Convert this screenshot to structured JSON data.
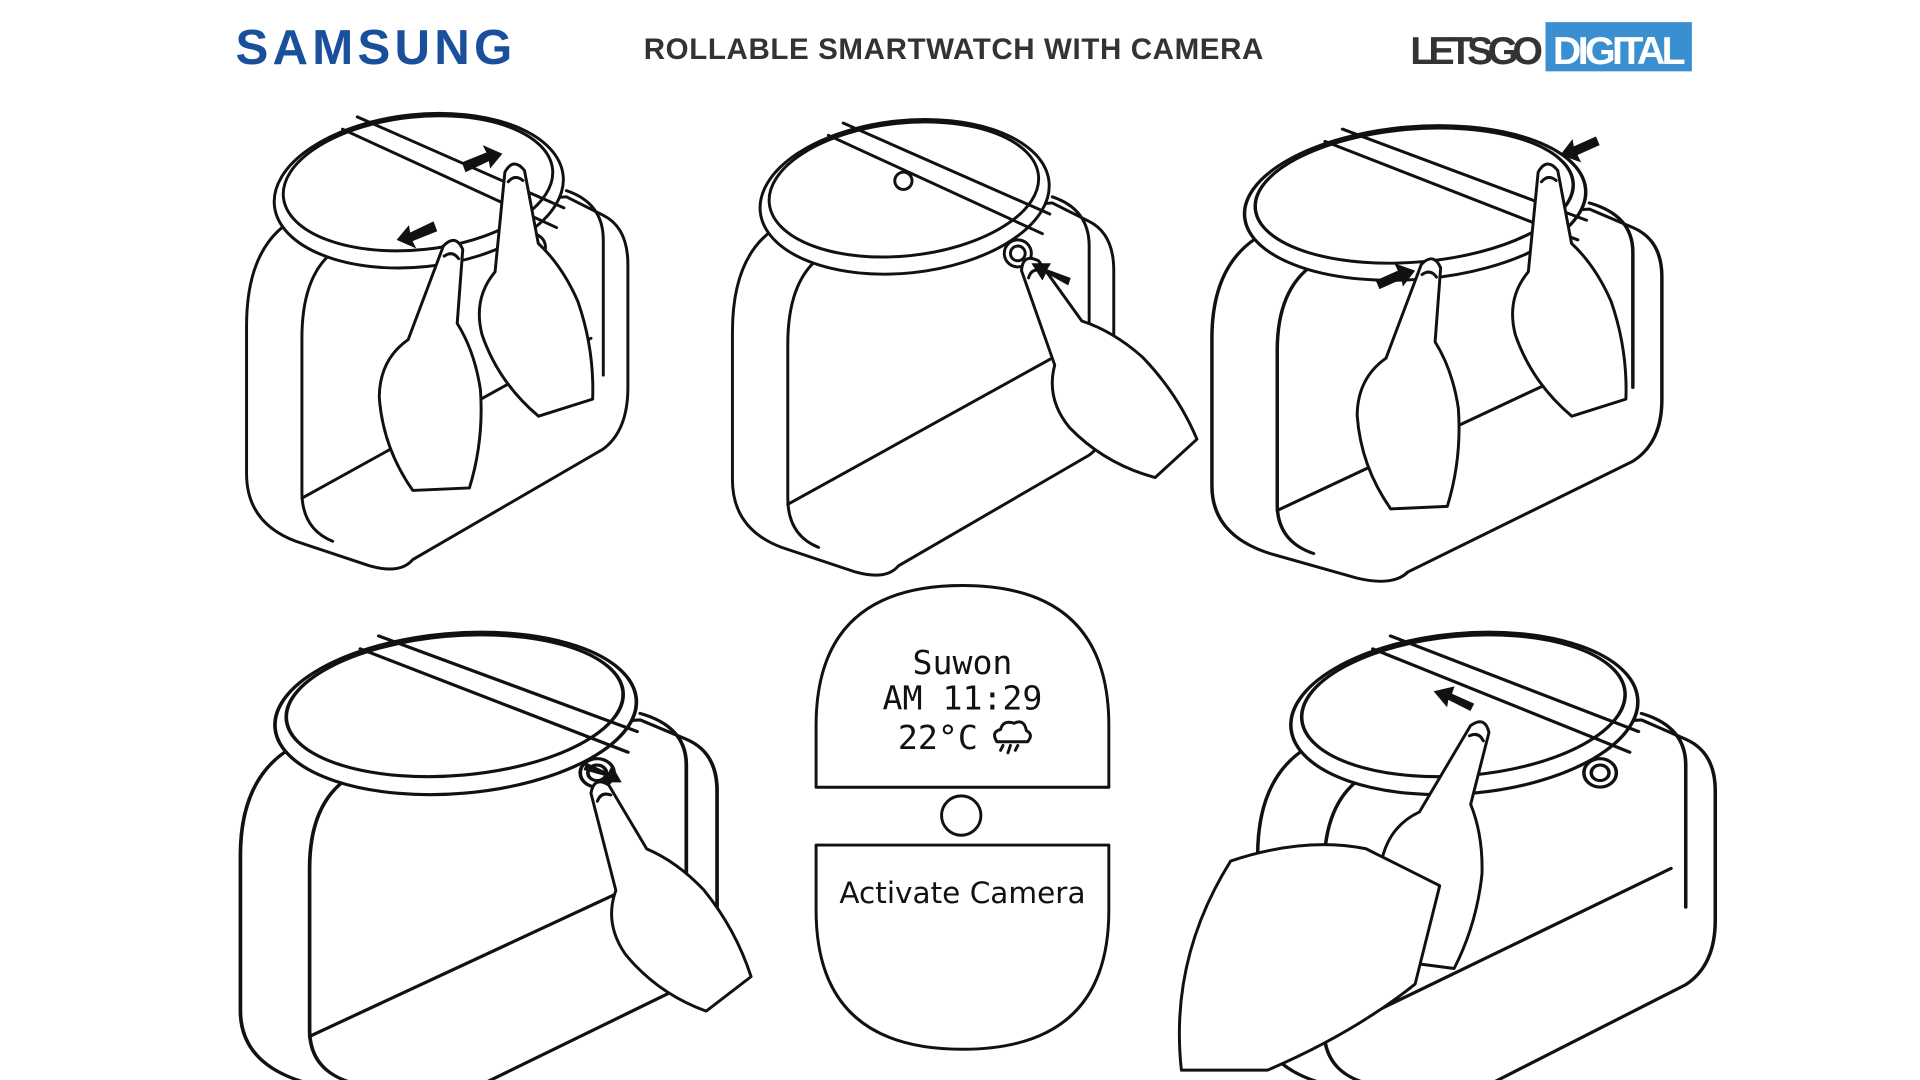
{
  "header": {
    "brand_left": "SAMSUNG",
    "title": "ROLLABLE SMARTWATCH WITH CAMERA",
    "brand_right_part1": "LETSGO",
    "brand_right_part2": "DIGITAL"
  },
  "colors": {
    "samsung_blue": "#1a4f9c",
    "letsgo_dark": "#333333",
    "digital_blue": "#3a8fd0"
  },
  "watch_screen": {
    "city": "Suwon",
    "time": "AM 11:29",
    "temperature": "22°C",
    "weather_icon": "rain-cloud-icon",
    "action_label": "Activate Camera"
  },
  "figures": [
    {
      "name": "pinch-expand",
      "arrows": "outward"
    },
    {
      "name": "crown-press",
      "arrows": "inward"
    },
    {
      "name": "pinch-collapse",
      "arrows": "inward"
    },
    {
      "name": "crown-pull",
      "arrows": "outward"
    },
    {
      "name": "screen-interface"
    },
    {
      "name": "swipe-on-band",
      "arrows": "left"
    }
  ]
}
